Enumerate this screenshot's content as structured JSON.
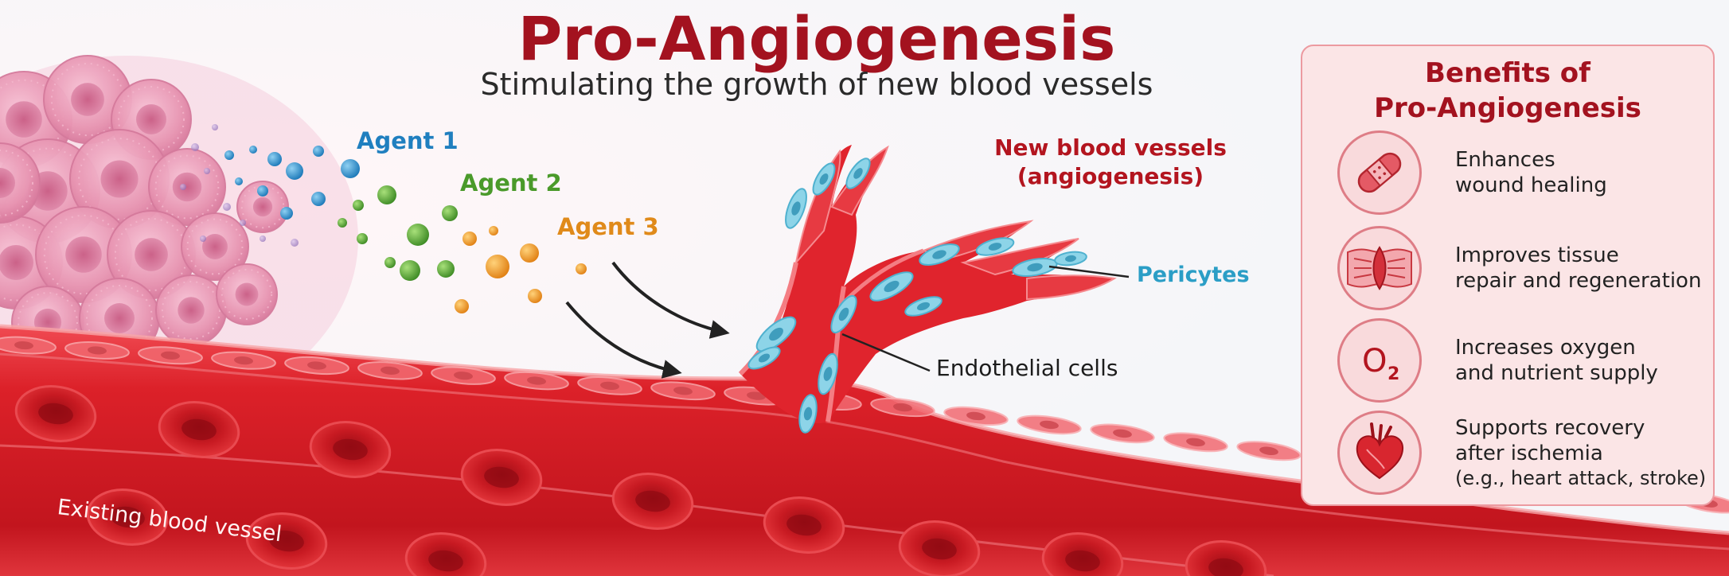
{
  "header": {
    "title": "Pro-Angiogenesis",
    "subtitle": "Stimulating the growth of new blood vessels"
  },
  "labels": {
    "agent_1": "Agent 1",
    "agent_2": "Agent 2",
    "agent_3": "Agent 3",
    "new_vessels_line1": "New blood vessels",
    "new_vessels_line2": "(angiogenesis)",
    "pericytes": "Pericytes",
    "endothelial_cells": "Endothelial cells",
    "existing_vessel": "Existing blood vessel"
  },
  "benefits_panel": {
    "title_line1": "Benefits of",
    "title_line2": "Pro-Angiogenesis",
    "items": [
      {
        "icon": "bandage-icon",
        "line1": "Enhances",
        "line2": "wound healing",
        "line3": ""
      },
      {
        "icon": "tissue-icon",
        "line1": "Improves tissue",
        "line2": "repair and regeneration",
        "line3": ""
      },
      {
        "icon": "oxygen-icon",
        "icon_text": "O",
        "icon_sub": "2",
        "line1": "Increases oxygen",
        "line2": "and nutrient supply",
        "line3": ""
      },
      {
        "icon": "heart-icon",
        "line1": "Supports recovery",
        "line2": "after ischemia",
        "line3": "(e.g., heart attack, stroke)"
      }
    ]
  },
  "colors": {
    "title": "#a3121f",
    "agent_1": "#1f7fbf",
    "agent_2": "#4a9a2a",
    "agent_3": "#e08a1a",
    "vessel": "#d8202a",
    "pericyte": "#7fd0e4",
    "panel_border": "#ec9aa0"
  }
}
